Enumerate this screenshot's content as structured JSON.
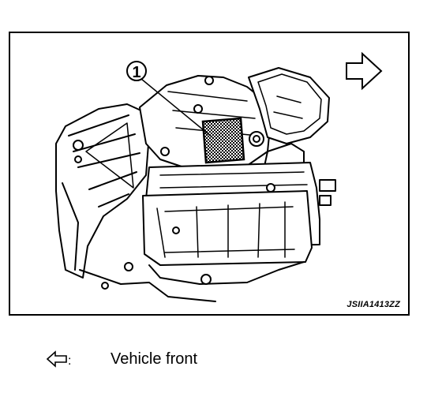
{
  "figure": {
    "callout_number": "1",
    "figure_id": "JSIIA1413ZZ"
  },
  "legend": {
    "symbol": ":",
    "label": "Vehicle front"
  }
}
